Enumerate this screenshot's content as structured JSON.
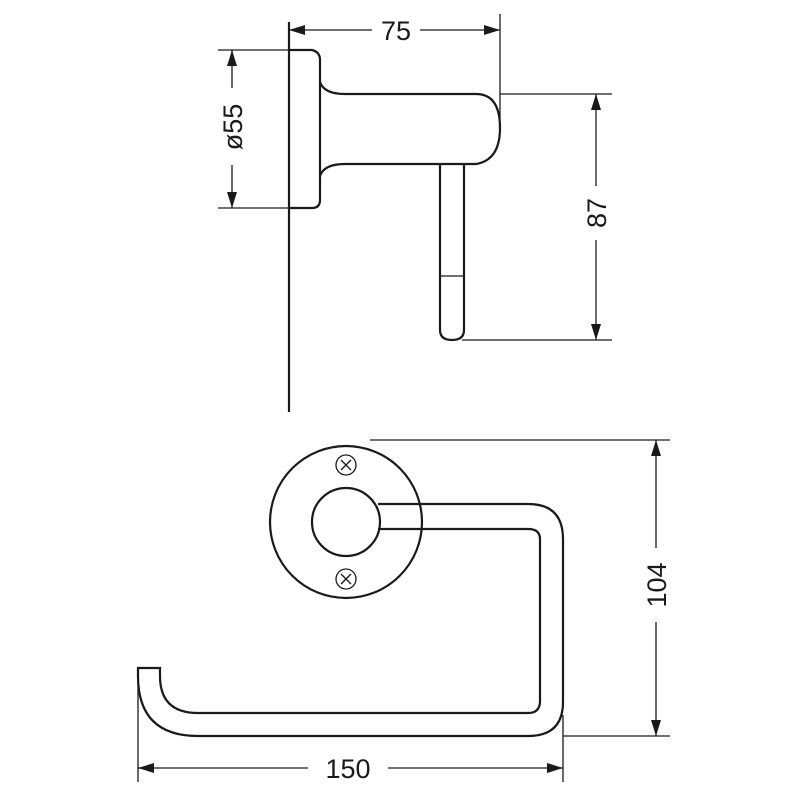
{
  "side_view": {
    "width_dim": "75",
    "diameter_dim": "ø55",
    "depth_dim": "87"
  },
  "front_view": {
    "height_dim": "104",
    "length_dim": "150"
  },
  "colors": {
    "stroke": "#1a1a1a",
    "background": "#ffffff"
  }
}
